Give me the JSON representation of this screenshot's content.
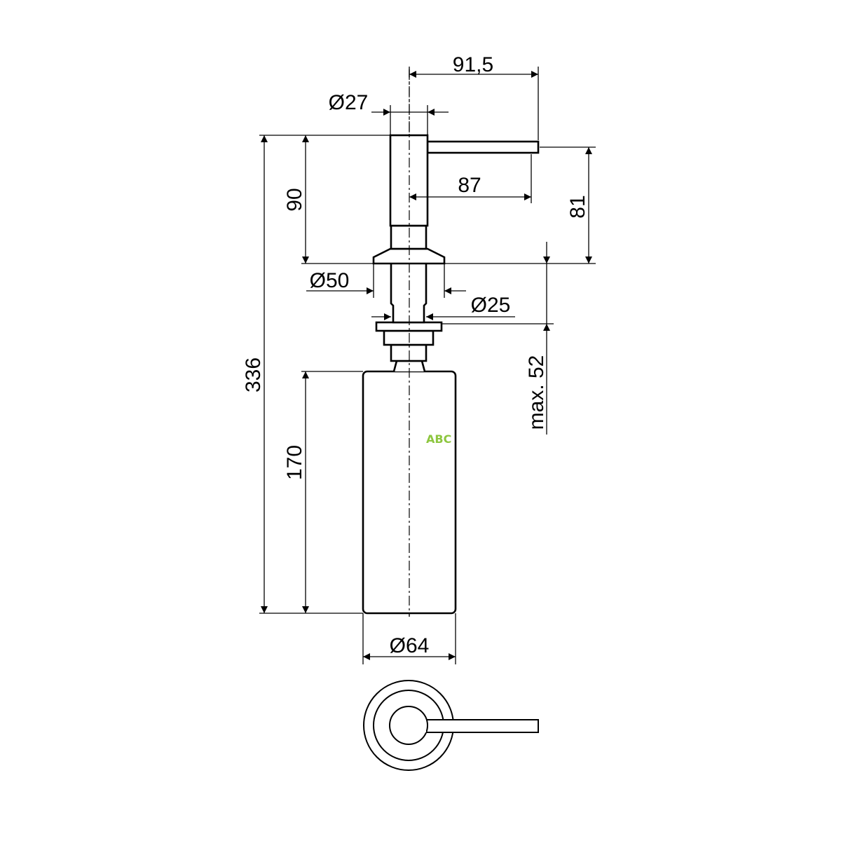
{
  "dimensions": {
    "spout_reach": "91,5",
    "head_diameter": "Ø27",
    "spout_inner": "87",
    "head_height": "90",
    "spout_height": "81",
    "total_height": "336",
    "flange_diameter": "Ø50",
    "thread_diameter": "Ø25",
    "max_thickness": "max. 52",
    "bottle_height": "170",
    "bottle_diameter": "Ø64"
  },
  "watermark": "ABC"
}
